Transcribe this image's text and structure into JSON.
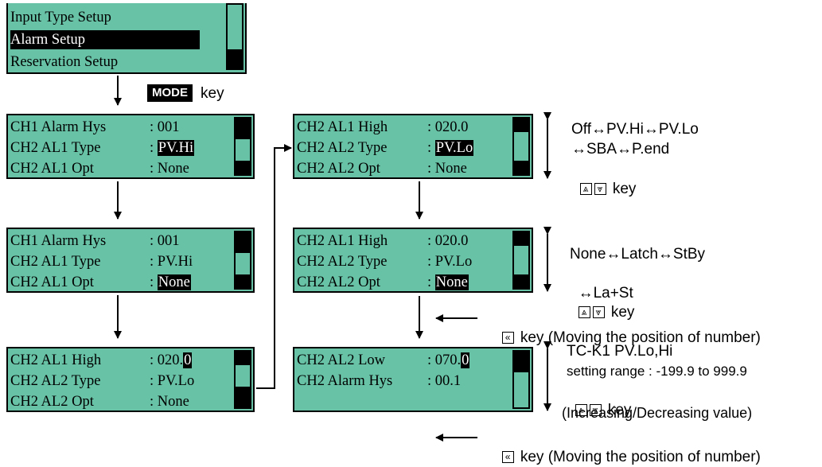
{
  "menu": {
    "lines": [
      "Input Type Setup",
      "Alarm Setup",
      "Reservation Setup"
    ],
    "selected_index": 1
  },
  "mode_key": {
    "box": "MODE",
    "label": "key"
  },
  "screens": [
    {
      "id": "s1",
      "rows": [
        {
          "label": "CH1 Alarm Hys",
          "value": "001"
        },
        {
          "label": "CH2 AL1 Type",
          "value": "PV.Hi",
          "highlight": "PV.Hi"
        },
        {
          "label": "CH2 AL1 Opt",
          "value": "None"
        }
      ]
    },
    {
      "id": "s2",
      "rows": [
        {
          "label": "CH1 Alarm Hys",
          "value": "001"
        },
        {
          "label": "CH2 AL1 Type",
          "value": "PV.Hi"
        },
        {
          "label": "CH2 AL1 Opt",
          "value": "None",
          "highlight": "None"
        }
      ]
    },
    {
      "id": "s3",
      "rows": [
        {
          "label": "CH2 AL1 High",
          "value": "020.0",
          "highlight_last_digit": true
        },
        {
          "label": "CH2 AL2 Type",
          "value": "PV.Lo"
        },
        {
          "label": "CH2 AL2 Opt",
          "value": "None"
        }
      ]
    },
    {
      "id": "s4",
      "rows": [
        {
          "label": "CH2 AL1 High",
          "value": "020.0"
        },
        {
          "label": "CH2 AL2 Type",
          "value": "PV.Lo",
          "highlight": "PV.Lo"
        },
        {
          "label": "CH2 AL2 Opt",
          "value": "None"
        }
      ]
    },
    {
      "id": "s5",
      "rows": [
        {
          "label": "CH2 AL1 High",
          "value": "020.0"
        },
        {
          "label": "CH2 AL2 Type",
          "value": "PV.Lo"
        },
        {
          "label": "CH2 AL2 Opt",
          "value": "None",
          "highlight": "None"
        }
      ]
    },
    {
      "id": "s6",
      "rows": [
        {
          "label": "CH2 AL2 Low",
          "value": "070.0",
          "highlight_last_digit": true
        },
        {
          "label": "CH2 Alarm Hys",
          "value": "00.1"
        }
      ]
    }
  ],
  "notes": {
    "type_options_line1": "Off↔PV.Hi↔PV.Lo",
    "type_options_line2": "↔SBA↔P.end",
    "type_key": "key",
    "opt_options_line1": "None↔Latch↔StBy",
    "opt_options_line2": "↔La+St",
    "opt_key": "key",
    "move_key_note_1": "key (Moving the position of number)",
    "range_line1": "TC-K1 PV.Lo,Hi",
    "range_line2": "setting range : -199.9 to 999.9",
    "range_key": "key",
    "range_line4": "(Increasing/Decreasing value)",
    "move_key_note_2": "key (Moving the position of number)"
  },
  "icons": {
    "up_key": "double-up-key-icon",
    "down_key": "double-down-key-icon",
    "left_key": "double-left-key-icon"
  },
  "colors": {
    "lcd_background": "#67c2a6",
    "highlight_bg": "#000000",
    "highlight_fg": "#ffffff"
  }
}
